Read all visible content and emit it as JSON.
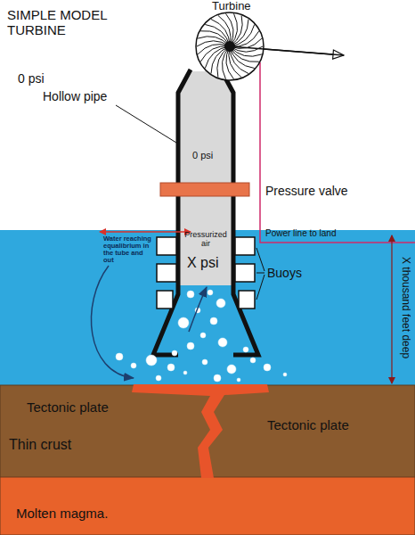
{
  "diagram": {
    "title": "SIMPLE MODEL TURBINE",
    "nodes": [
      {
        "text": [
          "0 psi",
          "Pressurized air",
          "X psi"
        ]
      },
      {
        "text": [
          "Tectonic plate",
          "Thin crust",
          "Tectonic plate"
        ]
      },
      {
        "text": [
          "Molten magma."
        ]
      }
    ],
    "labels": [
      "Turbine",
      "0 psi",
      "Hollow pipe",
      "Pressure valve",
      "Power line to land",
      "Water reaching equalibrium in the tube and out",
      "Buoys",
      "X thousand feet deep"
    ]
  }
}
